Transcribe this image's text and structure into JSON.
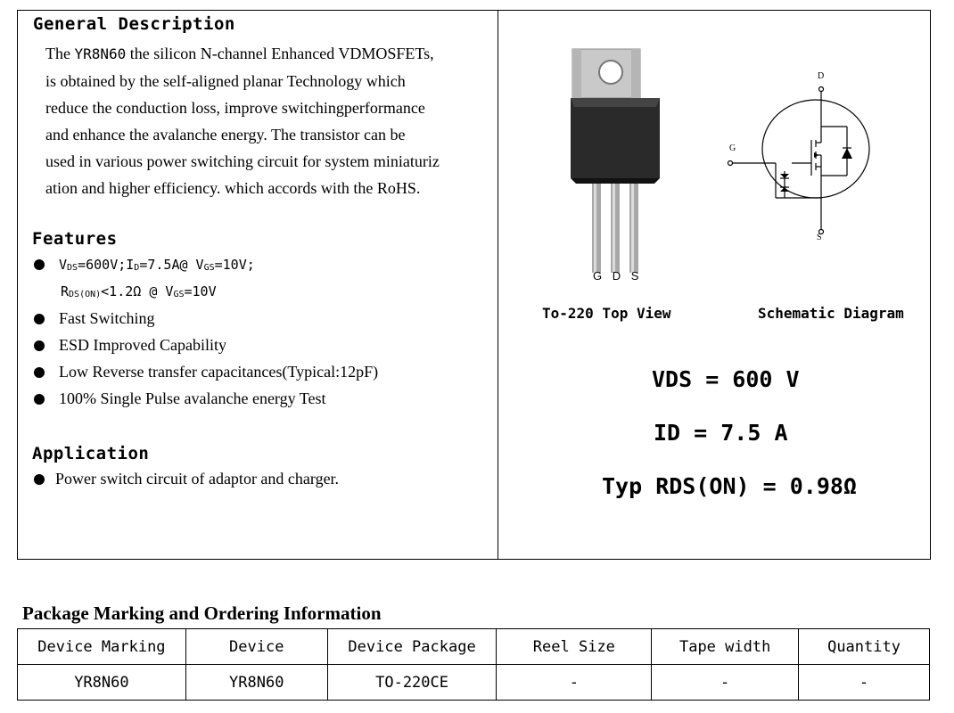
{
  "general": {
    "heading": "General Description",
    "part": "YR8N60",
    "lines": [
      " the silicon N-channel Enhanced VDMOSFETs,",
      "is obtained by the self-aligned planar Technology which",
      "reduce the conduction loss, improve switchingperformance",
      "and  enhance the avalanche energy. The transistor can be",
      "used in various power switching circuit for system miniaturiz",
      "ation and higher efficiency. which accords with the RoHS."
    ],
    "first_word": "The"
  },
  "features": {
    "heading": "Features",
    "spec_line1": {
      "v": "V",
      "v_sub": "DS",
      "v_val": "=600V;",
      "i": "I",
      "i_sub": "D",
      "i_val": "=7.5A@ ",
      "vg": "V",
      "vg_sub": "GS",
      "vg_val": "=10V;"
    },
    "spec_line2": {
      "r": "R",
      "r_sub": "DS(ON)",
      "r_val": "<1.2Ω  @ ",
      "vg": "V",
      "vg_sub": "GS",
      "vg_val": "=10V"
    },
    "items": [
      "Fast Switching",
      "ESD Improved Capability",
      "Low Reverse transfer capacitances(Typical:12pF)",
      "100% Single Pulse avalanche energy Test"
    ]
  },
  "application": {
    "heading": "Application",
    "items": [
      "Power switch circuit of adaptor and charger."
    ]
  },
  "package_view": {
    "pins": "G D S",
    "caption": "To-220 Top View"
  },
  "schematic": {
    "caption": "Schematic Diagram",
    "label_d": "D",
    "label_g": "G",
    "label_s": "S"
  },
  "ratings": {
    "vds": "VDS = 600 V",
    "id": "ID = 7.5 A",
    "rds": "Typ RDS(ON) = 0.98Ω"
  },
  "ordering": {
    "title": "Package Marking and Ordering Information",
    "headers": [
      "Device Marking",
      "Device",
      "Device Package",
      "Reel Size",
      "Tape width",
      "Quantity"
    ],
    "row": [
      "YR8N60",
      "YR8N60",
      "TO-220CE",
      "-",
      "-",
      "-"
    ]
  }
}
